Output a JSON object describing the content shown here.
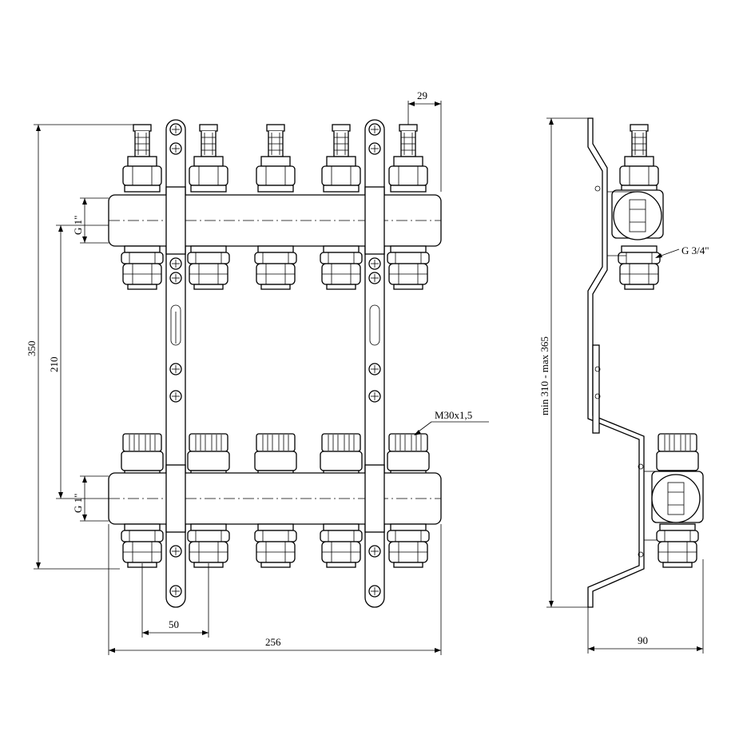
{
  "dimensions": {
    "flowmeter_offset": "29",
    "overall_height": "350",
    "axis_distance": "210",
    "inlet_thread_top": "G 1\"",
    "inlet_thread_bottom": "G 1\"",
    "valve_thread": "M30x1,5",
    "outlet_pitch": "50",
    "overall_width": "256",
    "outlet_thread": "G 3/4\"",
    "height_range": "min 310 - max 365",
    "depth": "90"
  },
  "outlets_count": 5
}
